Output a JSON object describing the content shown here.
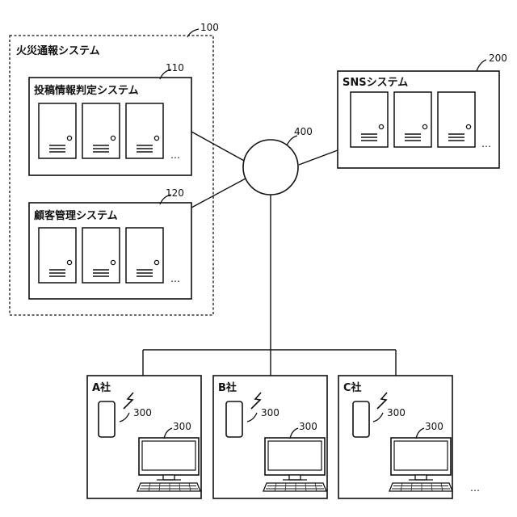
{
  "fire_report_system": {
    "ref": "100",
    "title": "火災通報システム",
    "post_judgment": {
      "ref": "110",
      "title": "投稿情報判定システム",
      "ellipsis": "…"
    },
    "customer_mgmt": {
      "ref": "120",
      "title": "顧客管理システム",
      "ellipsis": "…"
    }
  },
  "sns_system": {
    "ref": "200",
    "title": "SNSシステム",
    "ellipsis": "…"
  },
  "network": {
    "ref": "400"
  },
  "companies": [
    {
      "name": "A社",
      "phone_ref": "300",
      "pc_ref": "300"
    },
    {
      "name": "B社",
      "phone_ref": "300",
      "pc_ref": "300"
    },
    {
      "name": "C社",
      "phone_ref": "300",
      "pc_ref": "300"
    }
  ],
  "companies_ellipsis": "…"
}
